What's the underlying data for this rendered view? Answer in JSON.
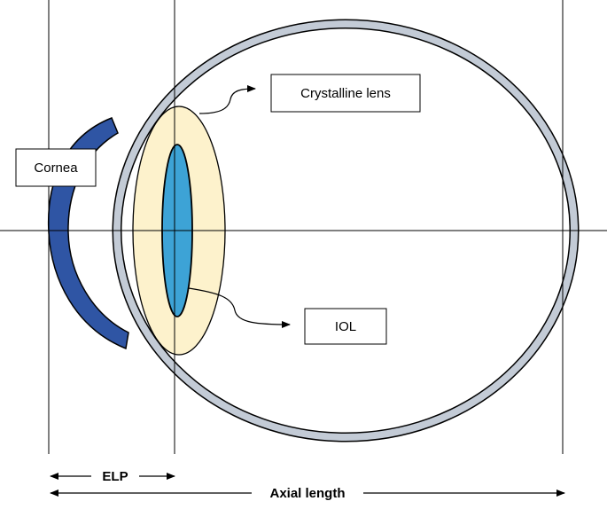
{
  "labels": {
    "cornea": "Cornea",
    "crystalline_lens": "Crystalline lens",
    "iol": "IOL"
  },
  "dimensions": {
    "elp": "ELP",
    "axial_length": "Axial length"
  },
  "colors": {
    "sclera_outline": "#000000",
    "sclera_fill": "#c3cbd6",
    "cornea_fill": "#2f55a4",
    "crystalline_lens_fill": "#fdf2cc",
    "iol_fill": "#3da3d6",
    "line": "#000000"
  }
}
